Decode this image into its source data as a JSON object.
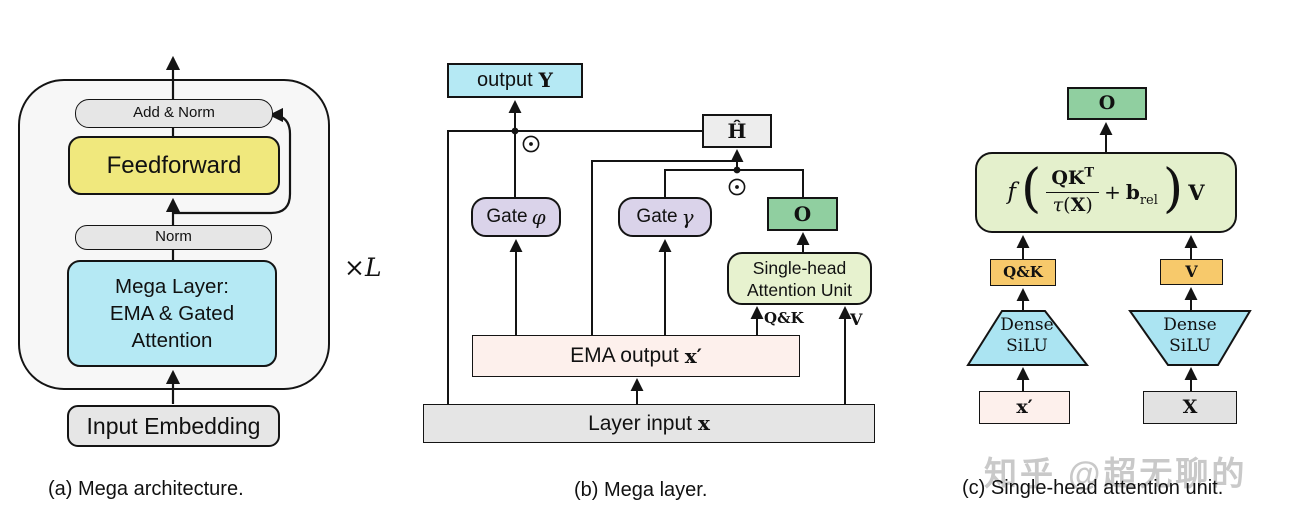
{
  "panels": {
    "a": {
      "caption": "(a) Mega architecture.",
      "repeat": {
        "times": "×",
        "var": "L"
      },
      "add_norm": "Add & Norm",
      "feedforward": "Feedforward",
      "norm": "Norm",
      "mega_layer": [
        "Mega Layer:",
        "EMA & Gated",
        "Attention"
      ],
      "input_embedding": "Input Embedding"
    },
    "b": {
      "caption": "(b) Mega layer.",
      "output": {
        "prefix": "output",
        "symbol": "Y"
      },
      "h_hat": "Ĥ",
      "gate_phi": {
        "prefix": "Gate",
        "symbol": "φ"
      },
      "gate_gamma": {
        "prefix": "Gate",
        "symbol": "γ"
      },
      "attn_out": "O",
      "attention_unit": [
        "Single-head",
        "Attention Unit"
      ],
      "ema_output": {
        "prefix": "EMA output",
        "symbol": "x′"
      },
      "layer_input": {
        "prefix": "Layer input",
        "symbol": "x"
      },
      "qk_label": "Q&K",
      "v_label": "V"
    },
    "c": {
      "caption": "(c) Single-head attention unit.",
      "attn_out": "O",
      "formula": {
        "f": "f",
        "lparen": "(",
        "num_main": "QK",
        "num_sup": "T",
        "den_tau": "τ",
        "den_lp": "(",
        "den_x": "X",
        "den_rp": ")",
        "plus": "+",
        "b": "b",
        "b_sub": "rel",
        "rparen": ")",
        "v": "V"
      },
      "qk_label": "Q&K",
      "v_label": "V",
      "dense_qk": [
        "Dense",
        "SiLU"
      ],
      "dense_v": [
        "Dense",
        "SiLU"
      ],
      "x_prime": "x′",
      "x_input": "X"
    }
  },
  "icons": {
    "elementwise_product": "⊙",
    "junction_dot": "•",
    "arrowhead": "▲"
  },
  "colors": {
    "panel_bg": "#f7f7f7",
    "gray_block": "#e6e6e6",
    "yellow_block": "#f0e87d",
    "cyan_block": "#b5e9f4",
    "lavender_gate": "#dad3ea",
    "green_output": "#90cfa0",
    "light_green_unit": "#e7f2cf",
    "formula_block": "#e4f0cc",
    "pink_block": "#fdf0ec",
    "gold_block": "#f7c96b",
    "trapezoid": "#abe4f2",
    "hhat_block": "#ededed",
    "line": "#141414",
    "watermark": "#c9c9c9"
  },
  "watermark": "知乎 @超无聊的"
}
